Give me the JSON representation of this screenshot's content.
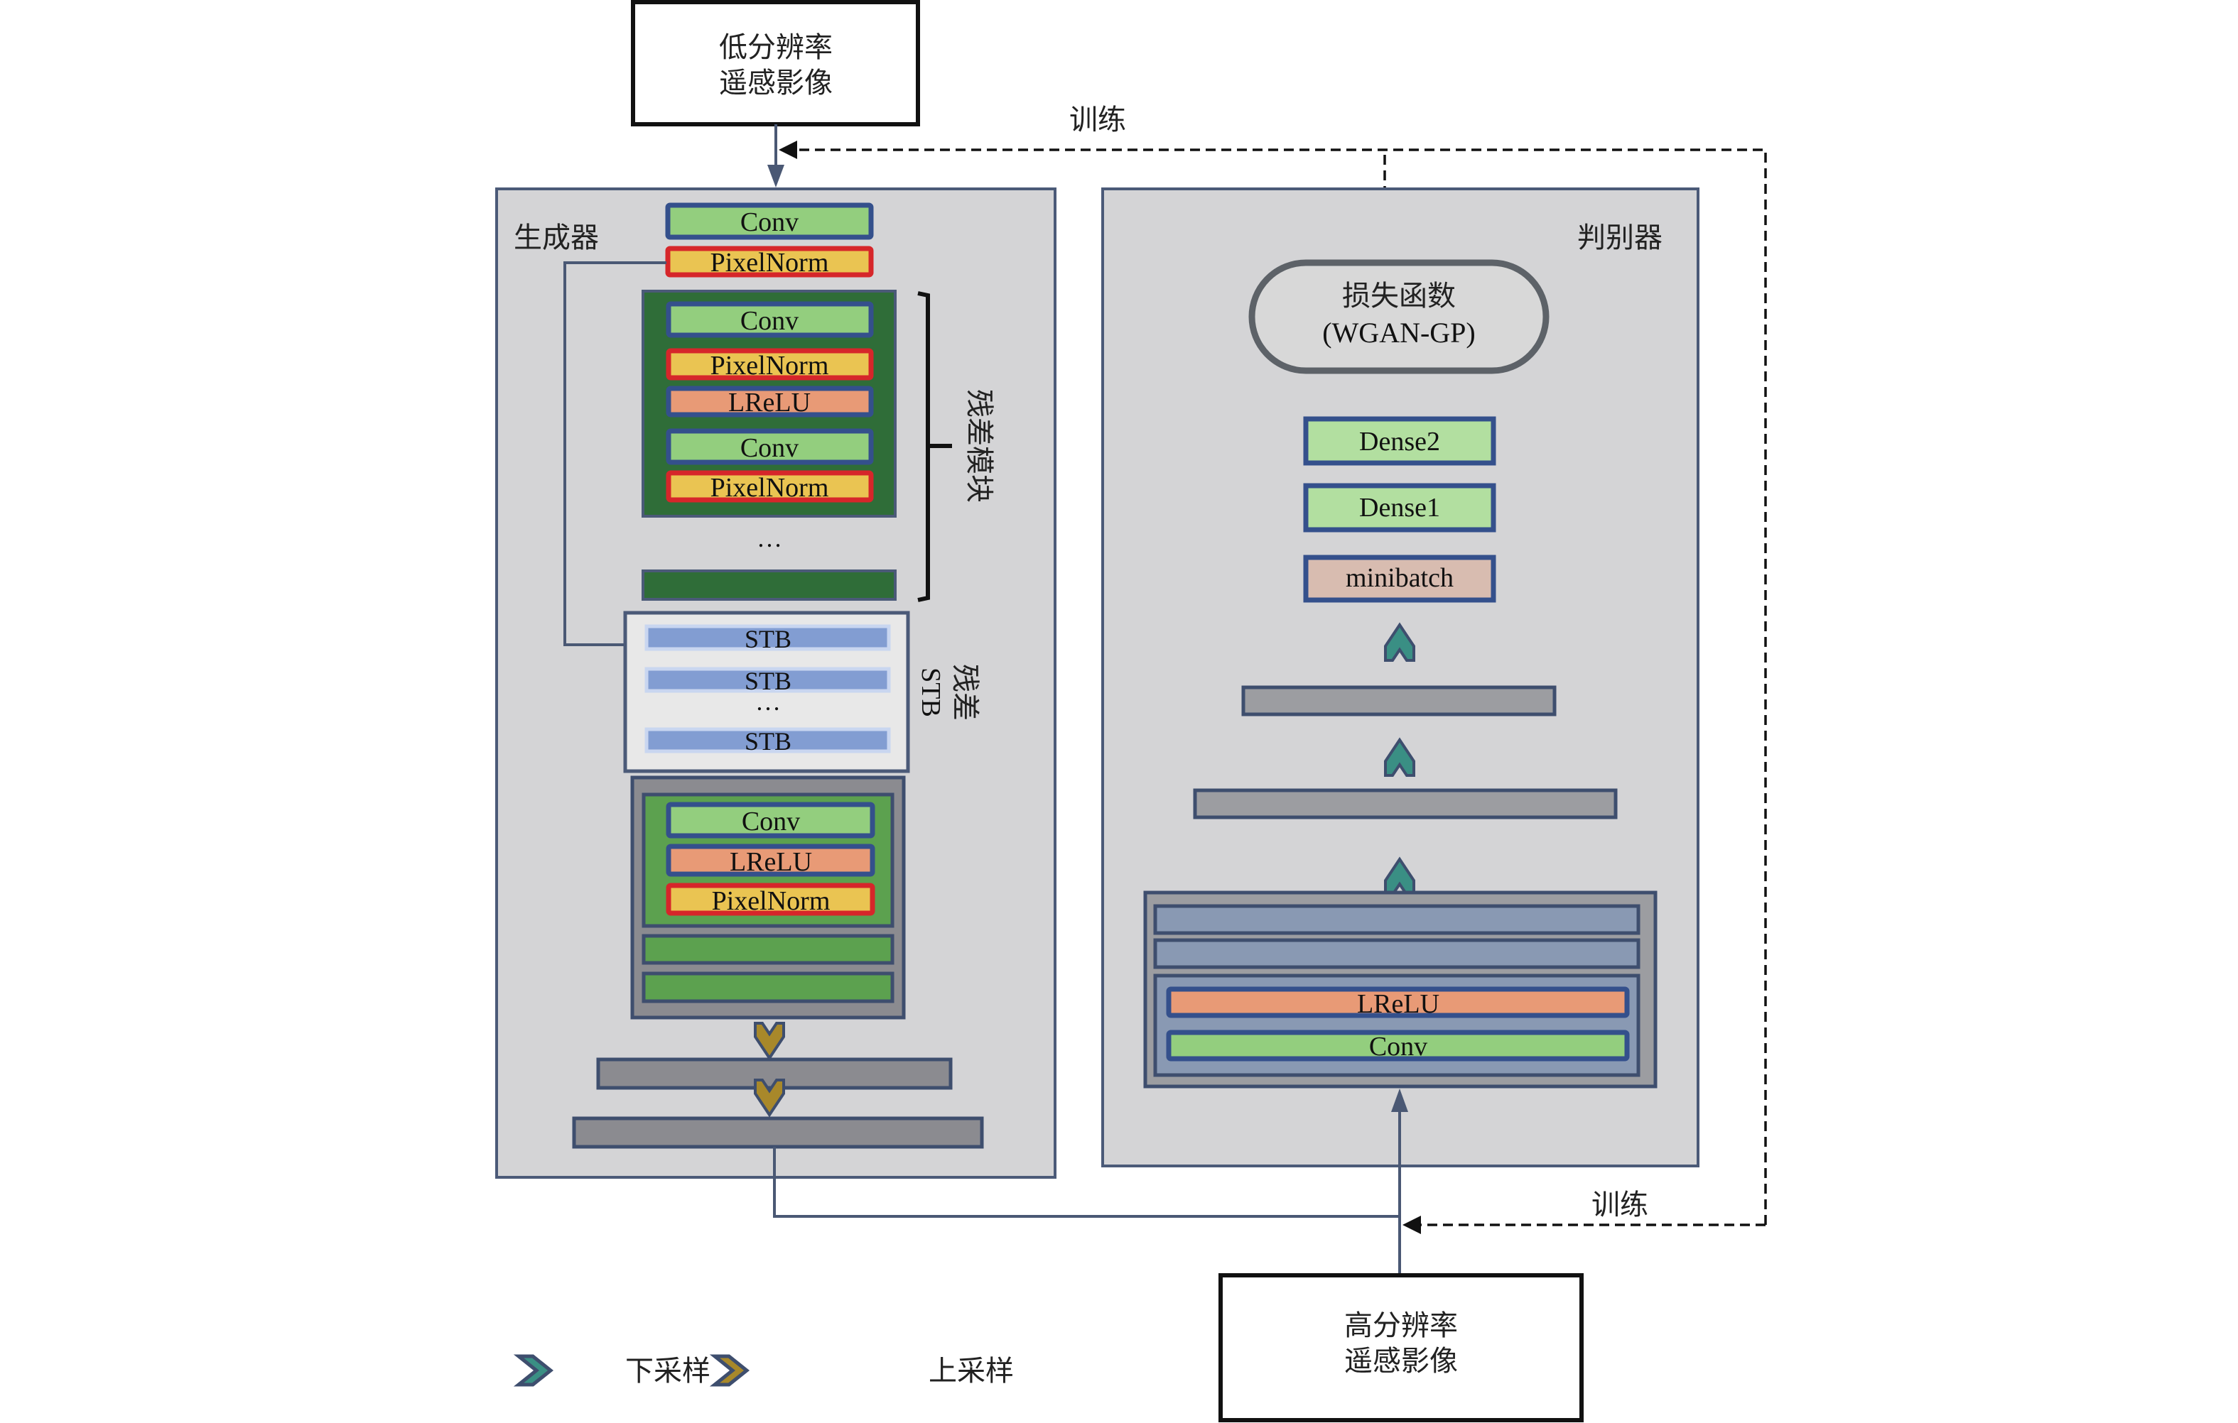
{
  "inputs": {
    "low_res": [
      "低分辨率",
      "遥感影像"
    ],
    "high_res": [
      "高分辨率",
      "遥感影像"
    ]
  },
  "training_label_top": "训练",
  "training_label_bottom": "训练",
  "generator": {
    "title": "生成器",
    "head_layers": [
      "Conv",
      "PixelNorm"
    ],
    "residual_block_layers": [
      "Conv",
      "PixelNorm",
      "LReLU",
      "Conv",
      "PixelNorm"
    ],
    "residual_ellipsis": "…",
    "residual_label": "残差模块",
    "stb_blocks": [
      "STB",
      "STB",
      "STB"
    ],
    "stb_ellipsis": "…",
    "stb_label_line1": "残差",
    "stb_label_line2": "STB",
    "tail_layers": [
      "Conv",
      "LReLU",
      "PixelNorm"
    ]
  },
  "discriminator": {
    "title": "判别器",
    "loss_line1": "损失函数",
    "loss_line2": "(WGAN-GP)",
    "head_layers": [
      "Dense2",
      "Dense1",
      "minibatch"
    ],
    "input_layers": [
      "LReLU",
      "Conv"
    ]
  },
  "legend": {
    "downsample": "下采样",
    "upsample": "上采样"
  },
  "colors": {
    "downsample_icon": "#3a8f84",
    "upsample_icon": "#a8882a",
    "conv": "#93ce7e",
    "pixelnorm": "#eac452",
    "lrelu": "#e89a76",
    "stb": "#829dd2"
  }
}
